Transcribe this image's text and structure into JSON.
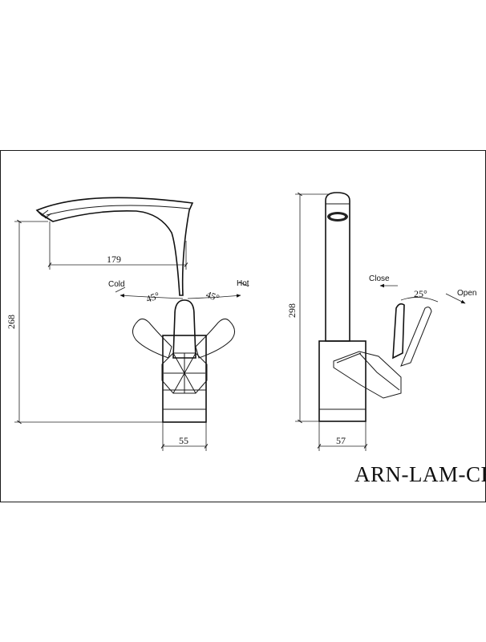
{
  "model_code": "ARN-LAM-CRM",
  "front_view": {
    "dim_spout_reach": "179",
    "dim_height": "268",
    "dim_base_width": "55",
    "label_cold": "Cold",
    "label_hot": "Hot",
    "angle_left": "45°",
    "angle_right": "45°"
  },
  "side_view": {
    "dim_height": "298",
    "dim_base_width": "57",
    "label_close": "Close",
    "label_open": "Open",
    "angle": "25°"
  }
}
